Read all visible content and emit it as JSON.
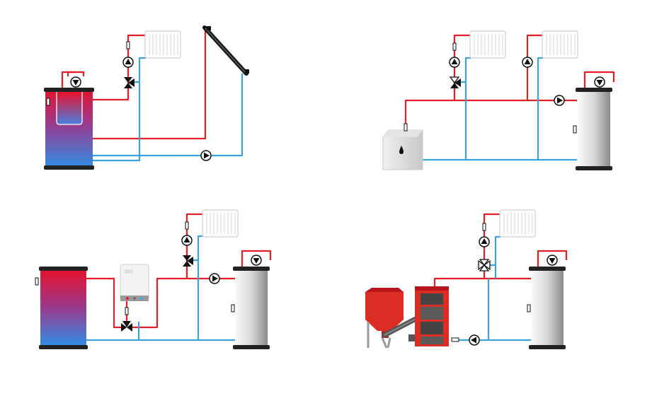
{
  "figure": {
    "kind": "heating-system-schematics",
    "panels": [
      {
        "id": "solar-buffer-system",
        "components": [
          "buffer-tank",
          "radiator",
          "solar-collector",
          "circulation-pump",
          "three-way-mixing-valve"
        ]
      },
      {
        "id": "oil-boiler-system",
        "components": [
          "oil-boiler",
          "radiator",
          "radiator",
          "hot-water-cylinder",
          "circulation-pump",
          "three-way-mixing-valve"
        ]
      },
      {
        "id": "gas-boiler-buffer-system",
        "components": [
          "buffer-tank",
          "wall-gas-boiler",
          "radiator",
          "hot-water-cylinder",
          "circulation-pump",
          "three-way-mixing-valve"
        ]
      },
      {
        "id": "pellet-boiler-system",
        "components": [
          "pellet-hopper",
          "pellet-boiler",
          "radiator",
          "hot-water-cylinder",
          "circulation-pump",
          "four-way-mixing-valve"
        ]
      }
    ]
  },
  "colors": {
    "supply_pipe": "#e31e24",
    "return_pipe": "#3aa3dd",
    "tank_hot": "#e0102a",
    "tank_cold": "#3b8fe0",
    "tank_grey_light": "#f2f2f2",
    "tank_grey_dark": "#8a8a8a",
    "outline": "#1a1a1a",
    "boiler_red": "#e03228",
    "radiator_fill": "#ffffff",
    "radiator_line": "#d0d0d0"
  }
}
